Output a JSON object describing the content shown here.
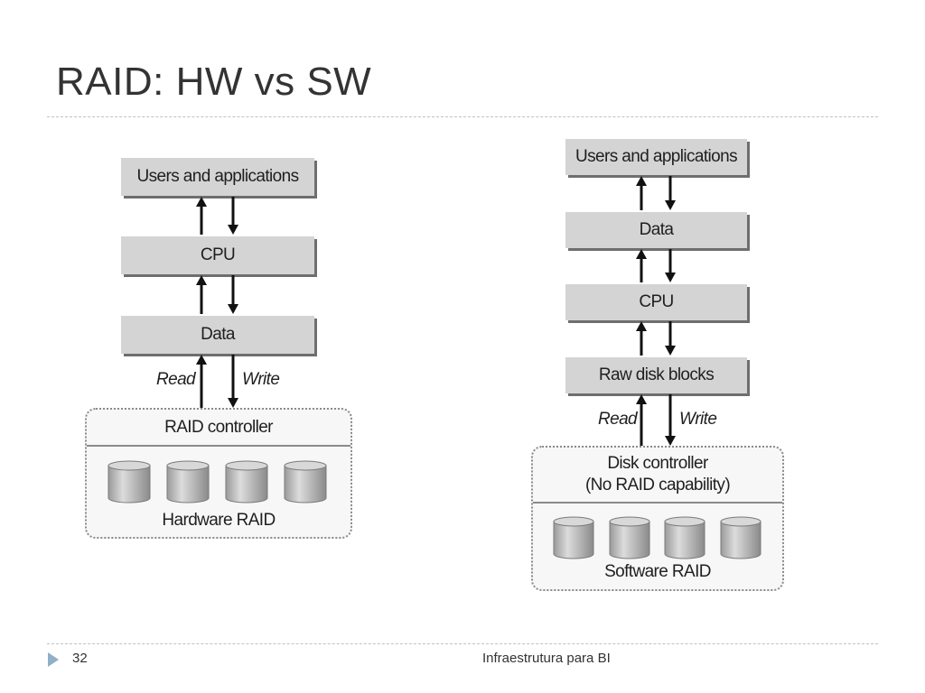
{
  "slide": {
    "title": "RAID: HW vs SW",
    "page_number": "32",
    "footer_text": "Infraestrutura para BI"
  },
  "hw": {
    "layers": [
      "Users and applications",
      "CPU",
      "Data"
    ],
    "read_label": "Read",
    "write_label": "Write",
    "controller_label": "RAID controller",
    "raid_label": "Hardware RAID",
    "disk_count": 4
  },
  "sw": {
    "layers": [
      "Users and applications",
      "Data",
      "CPU",
      "Raw disk blocks"
    ],
    "read_label": "Read",
    "write_label": "Write",
    "controller_line1": "Disk controller",
    "controller_line2": "(No RAID capability)",
    "raid_label": "Software RAID",
    "disk_count": 4
  },
  "colors": {
    "box_fill": "#d4d4d4",
    "box_shadow": "#6e6e6e",
    "accent_arrow": "#8fb0c6",
    "rule": "#b8c4cc"
  },
  "icons": {
    "footer": "triangle-bullet-icon",
    "disk": "cylinder-disk-icon"
  }
}
